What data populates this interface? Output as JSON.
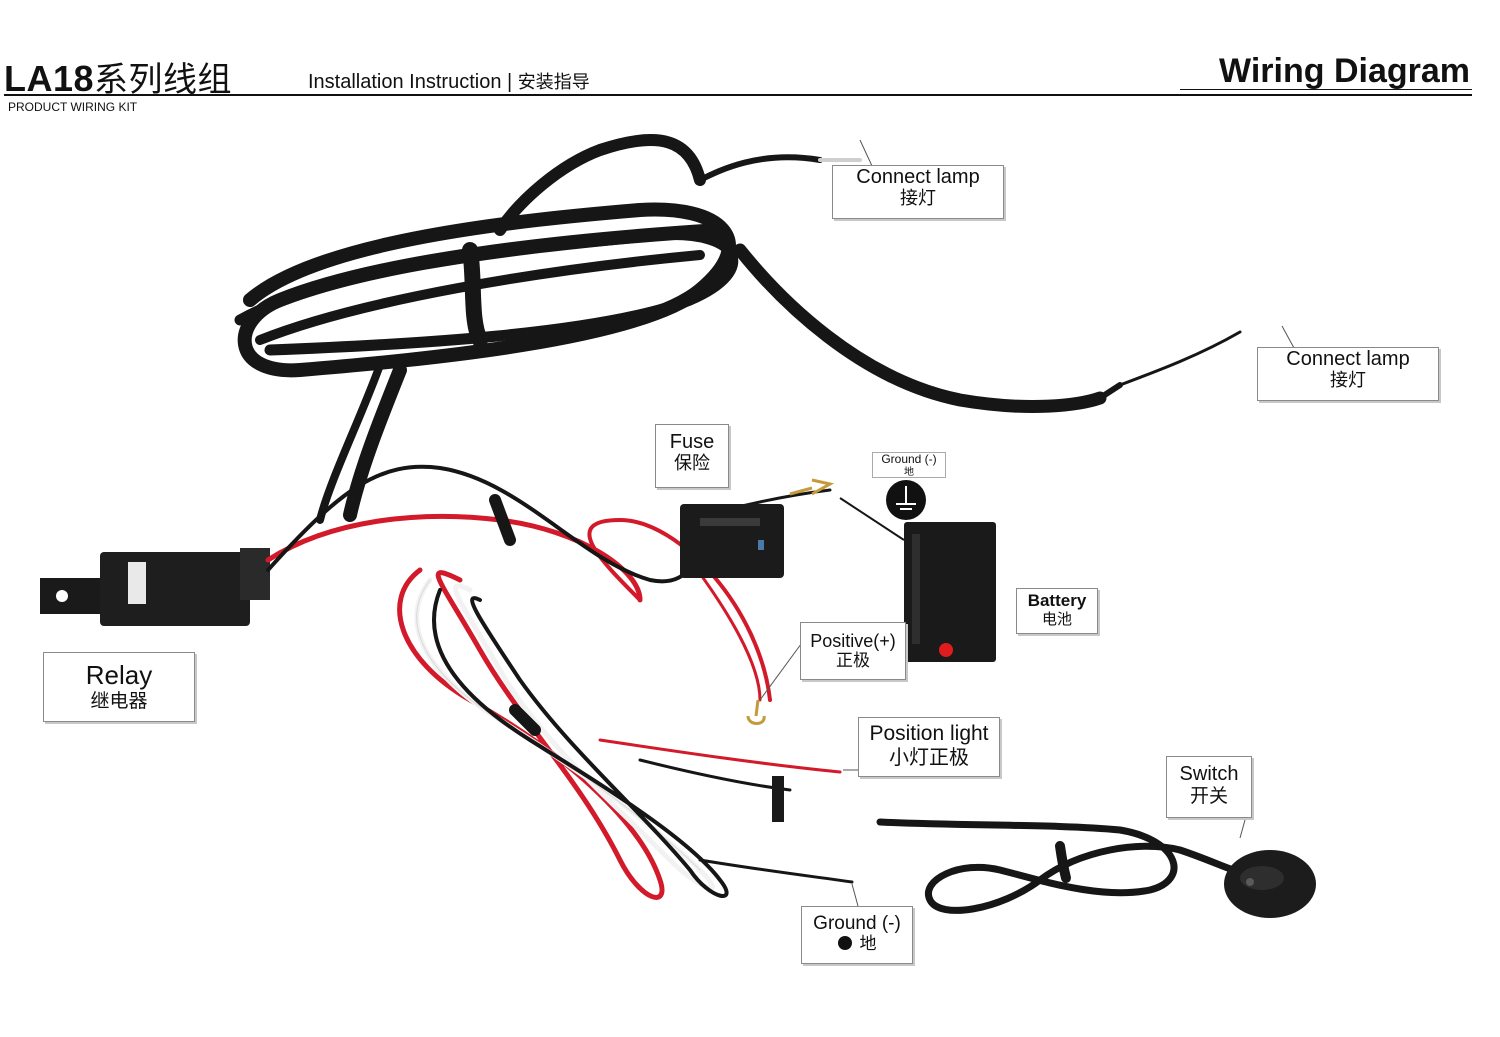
{
  "header": {
    "model": "LA18",
    "series_cn": "系列线组",
    "subtitle": "Installation Instruction",
    "subtitle_cn": "安装指导",
    "kit_label": "PRODUCT WIRING KIT",
    "diagram_title": "Wiring Diagram"
  },
  "labels": {
    "connect_lamp_1": {
      "en": "Connect lamp",
      "zh": "接灯"
    },
    "connect_lamp_2": {
      "en": "Connect lamp",
      "zh": "接灯"
    },
    "fuse": {
      "en": "Fuse",
      "zh": "保险"
    },
    "ground_top": {
      "en": "Ground (-)",
      "zh": "地"
    },
    "battery": {
      "en": "Battery",
      "zh": "电池"
    },
    "positive": {
      "en": "Positive(+)",
      "zh": "正极"
    },
    "relay": {
      "en": "Relay",
      "zh": "继电器"
    },
    "position_light": {
      "en": "Position light",
      "zh": "小灯正极"
    },
    "switch": {
      "en": "Switch",
      "zh": "开关"
    },
    "ground_bottom": {
      "en": "Ground (-)",
      "zh": "地"
    }
  },
  "colors": {
    "wire_black": "#161616",
    "wire_red": "#d21a2a",
    "wire_white": "#f2f2f2",
    "callout_border": "#8a8a8a"
  },
  "icons": [
    "ground-symbol-icon",
    "ground-dot-icon",
    "relay-icon",
    "fuse-holder-icon",
    "battery-icon",
    "switch-icon",
    "spade-terminal-icon"
  ]
}
